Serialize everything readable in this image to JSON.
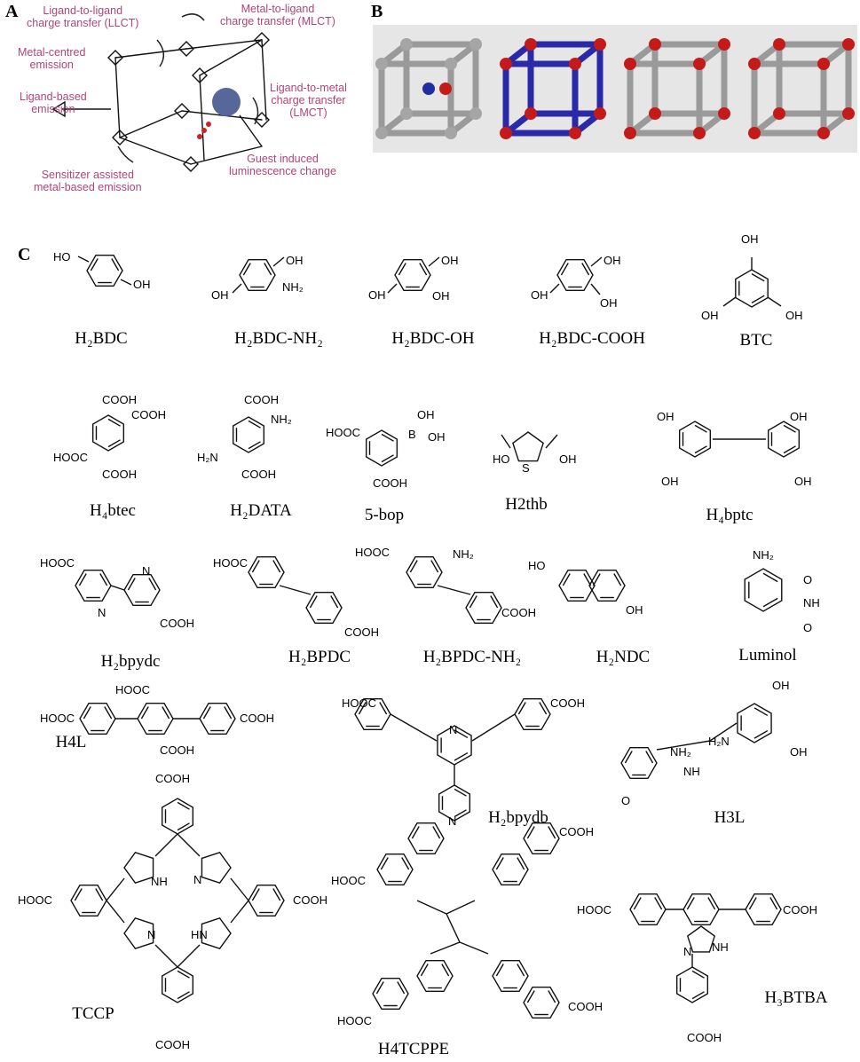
{
  "panel_a": {
    "letter": "A",
    "labels": {
      "llct": [
        "Ligand-to-ligand",
        "charge transfer (LLCT)"
      ],
      "mlct": [
        "Metal-to-ligand",
        "charge transfer (MLCT)"
      ],
      "metal_centred": [
        "Metal-centred",
        "emission"
      ],
      "ligand_based": [
        "Ligand-based",
        "emission"
      ],
      "lmct": [
        "Ligand-to-metal",
        "charge transfer",
        "(LMCT)"
      ],
      "guest": [
        "Guest induced",
        "luminescence change"
      ],
      "sensitizer": [
        "Sensitizer assisted",
        "metal-based emission"
      ]
    },
    "colors": {
      "label": "#b0457a",
      "node": "#cc2222",
      "yellow_strut": "#e8e24a",
      "teal_strut": "#3fb89a",
      "pink_strut": "#e08a86",
      "guest": "#56679a"
    }
  },
  "panel_b": {
    "letter": "B",
    "colors": {
      "background": "#e6e6e6",
      "frame_grey": "#9a9a9a",
      "frame_blue": "#2a2aa8",
      "node_red": "#c41a1a",
      "node_blue": "#1f2ea0",
      "node_grey": "#a5a5a5"
    }
  },
  "panel_c": {
    "letter": "C",
    "ligands": [
      {
        "name": "H₂BDC"
      },
      {
        "name": "H₂BDC-NH₂"
      },
      {
        "name": "H₂BDC-OH"
      },
      {
        "name": "H₂BDC-COOH"
      },
      {
        "name": "BTC"
      },
      {
        "name": "H₄btec"
      },
      {
        "name": "H₂DATA"
      },
      {
        "name": "5-bop"
      },
      {
        "name": "H2thb"
      },
      {
        "name": "H₄bptc"
      },
      {
        "name": "H₂bpydc"
      },
      {
        "name": "H₂BPDC"
      },
      {
        "name": "H₂BPDC-NH₂"
      },
      {
        "name": "H₂NDC"
      },
      {
        "name": "Luminol"
      },
      {
        "name": "H4L"
      },
      {
        "name": "H₂bpydb"
      },
      {
        "name": "H3L"
      },
      {
        "name": "TCCP"
      },
      {
        "name": "H4TCPPE"
      },
      {
        "name": "H₃BTBA"
      }
    ],
    "groups": {
      "oh": "OH",
      "ho": "HO",
      "nh2": "NH₂",
      "cooh": "COOH",
      "hooc": "HOOC",
      "h2n": "H₂N",
      "b": "B",
      "n": "N",
      "s": "S",
      "nh": "NH",
      "hn": "HN",
      "o": "O"
    }
  }
}
